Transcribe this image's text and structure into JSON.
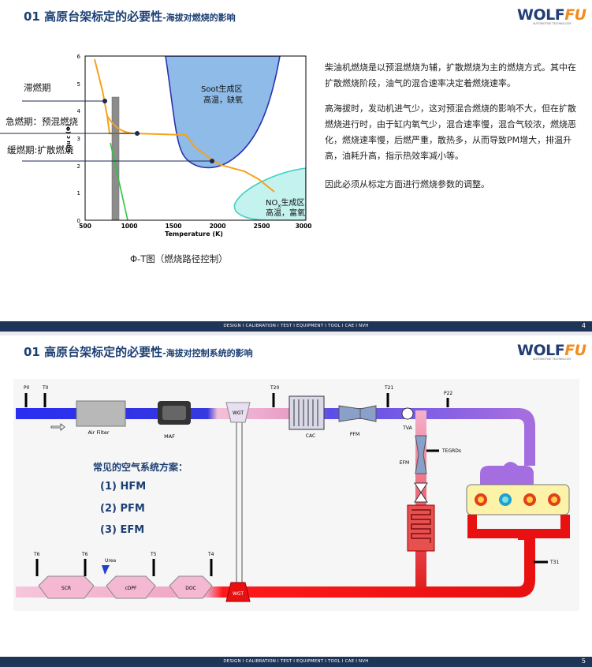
{
  "slide1": {
    "title_main": "01 高原台架标定的必要性",
    "title_sub": "-海拔对燃烧的影响",
    "logo_word": "WOLF",
    "logo_fu": "FU",
    "logo_tag": "AUTOMOTIVE TECHNOLOGY",
    "labels": {
      "retard": "滞燃期",
      "rapid": "急燃期：预混燃烧",
      "slow": "缓燃期:扩散燃烧"
    },
    "chart": {
      "soot_l1": "Soot生成区",
      "soot_l2": "高温，缺氧",
      "nox_l1": "NO",
      "nox_sub": "x",
      "nox_l1b": "生成区",
      "nox_l2": "高温，富氧",
      "ylabel": "Equ c (Φ)",
      "xlabel": "Temperature (K)",
      "xticks": [
        "500",
        "1000",
        "1500",
        "2000",
        "2500",
        "3000"
      ],
      "yticks": [
        "0",
        "1",
        "2",
        "3",
        "4",
        "5",
        "6"
      ]
    },
    "caption": "Φ-T图（燃烧路径控制）",
    "paragraphs": [
      "柴油机燃烧是以预混燃烧为辅，扩散燃烧为主的燃烧方式。其中在扩散燃烧阶段，油气的混合速率决定着燃烧速率。",
      "高海拔时，发动机进气少，这对预混合燃烧的影响不大，但在扩散燃烧进行时，由于缸内氧气少，混合速率慢，混合气较浓，燃烧恶化，燃烧速率慢，后燃严重，散热多，从而导致PM增大，排温升高，油耗升高，指示热效率减小等。",
      "因此必须从标定方面进行燃烧参数的调整。"
    ],
    "footer_text": "DESIGN I CALIBRATION I TEST I EQUIPMENT I TOOL I CAE I NVH",
    "page_number": "4"
  },
  "slide2": {
    "title_main": "01 高原台架标定的必要性",
    "title_sub": "-海拔对控制系统的影响",
    "logo_word": "WOLF",
    "logo_fu": "FU",
    "logo_tag": "AUTOMOTIVE TECHNOLOGY",
    "sensors": {
      "p0": "P0",
      "t0": "T0",
      "t20": "T20",
      "t21": "T21",
      "p22": "P22",
      "tegrds": "TEGRDs",
      "t31": "T31",
      "t6a": "T6",
      "t6b": "T6",
      "urea": "Urea",
      "t5": "T5",
      "t4": "T4"
    },
    "components": {
      "air_filter": "Air Filter",
      "maf": "MAF",
      "wgt_top": "WGT",
      "cac": "CAC",
      "pfm": "PFM",
      "tva": "TVA",
      "efm": "EFM",
      "scr": "SCR",
      "cdpf": "cDPF",
      "doc": "DOC",
      "wgt_bottom": "WGT"
    },
    "options_heading": "常见的空气系统方案：",
    "options": [
      "(1)  HFM",
      "(2)  PFM",
      "(3)  EFM"
    ],
    "footer_text": "DESIGN I CALIBRATION I TEST I EQUIPMENT I TOOL I CAE I NVH",
    "page_number": "5"
  }
}
